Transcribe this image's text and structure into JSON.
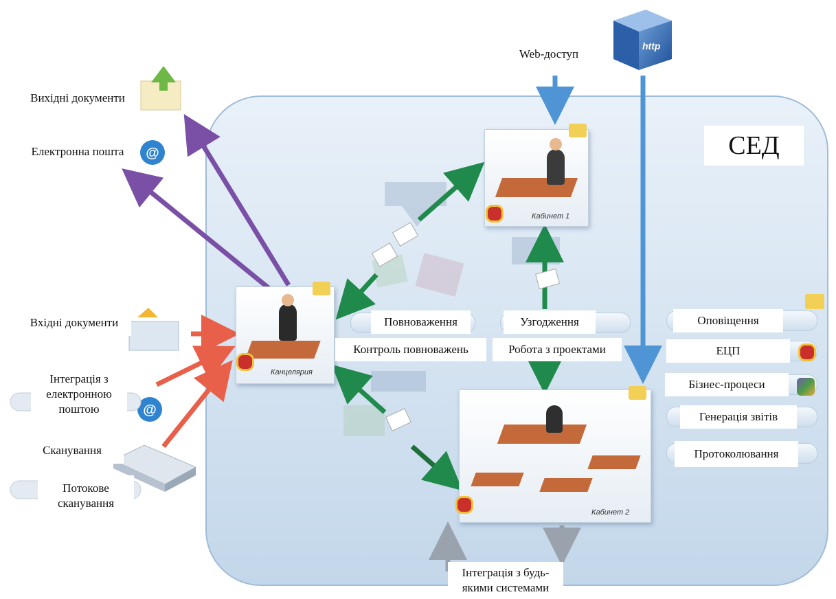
{
  "title": "СЕД",
  "labels": {
    "web_access": "Web-доступ",
    "outgoing_docs": "Вихідні документи",
    "email": "Електронна пошта",
    "incoming_docs": "Вхідні документи",
    "email_integration": "Інтеграція з\nелектронною\nпоштою",
    "scanning": "Сканування",
    "stream_scanning": "Потокове\nсканування",
    "authority": "Повноваження",
    "authority_control": "Контроль повноважень",
    "approval": "Узгодження",
    "project_work": "Робота з проектами",
    "notifications": "Оповіщення",
    "digital_signature": "ЕЦП",
    "business_processes": "Бізнес-процеси",
    "report_generation": "Генерація звітів",
    "logging": "Протоколювання",
    "any_system_integration": "Інтеграція з будь-\nякими системами"
  },
  "nodes": {
    "office": "Канцелярия",
    "cabinet1": "Кабинет 1",
    "cabinet2": "Кабинет 2",
    "http_box": "http"
  },
  "colors": {
    "container": "#d4e3f1",
    "outgoing_arrow": "#7a4fa6",
    "incoming_arrow": "#e8604a",
    "internal_arrow": "#1f8a4c",
    "web_arrow": "#4f94d4",
    "integration_arrow": "#9aa3ad",
    "seal": "#c9302c"
  }
}
